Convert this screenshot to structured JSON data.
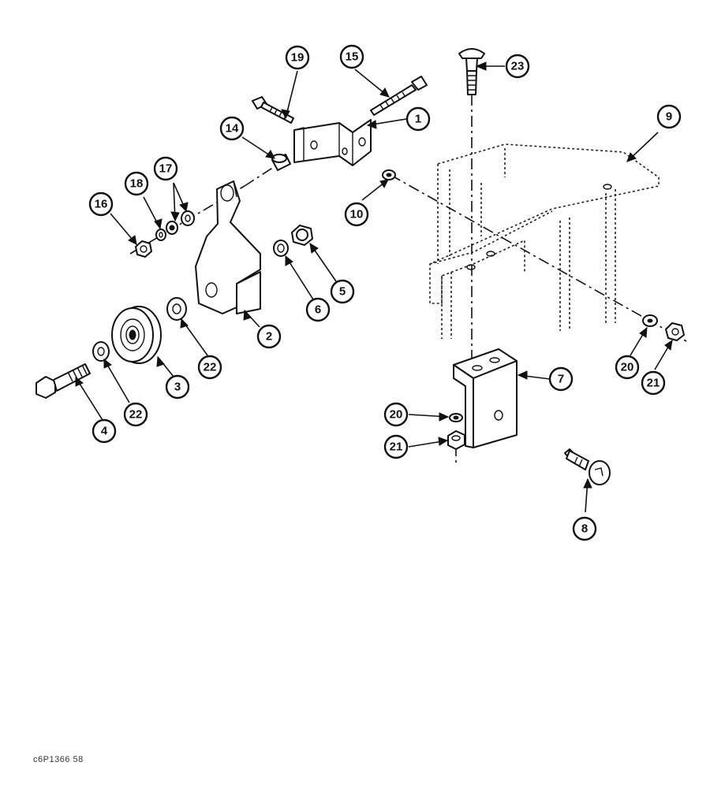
{
  "diagram": {
    "ref_code": "c6P1366 58",
    "callouts": [
      {
        "id": "c1",
        "label": "1"
      },
      {
        "id": "c2",
        "label": "2"
      },
      {
        "id": "c3",
        "label": "3"
      },
      {
        "id": "c4",
        "label": "4"
      },
      {
        "id": "c5",
        "label": "5"
      },
      {
        "id": "c6",
        "label": "6"
      },
      {
        "id": "c7",
        "label": "7"
      },
      {
        "id": "c8",
        "label": "8"
      },
      {
        "id": "c9",
        "label": "9"
      },
      {
        "id": "c10",
        "label": "10"
      },
      {
        "id": "c14",
        "label": "14"
      },
      {
        "id": "c15",
        "label": "15"
      },
      {
        "id": "c16",
        "label": "16"
      },
      {
        "id": "c17",
        "label": "17"
      },
      {
        "id": "c18",
        "label": "18"
      },
      {
        "id": "c19",
        "label": "19"
      },
      {
        "id": "c20a",
        "label": "20"
      },
      {
        "id": "c20b",
        "label": "20"
      },
      {
        "id": "c21a",
        "label": "21"
      },
      {
        "id": "c21b",
        "label": "21"
      },
      {
        "id": "c22a",
        "label": "22"
      },
      {
        "id": "c22b",
        "label": "22"
      },
      {
        "id": "c23",
        "label": "23"
      }
    ]
  }
}
